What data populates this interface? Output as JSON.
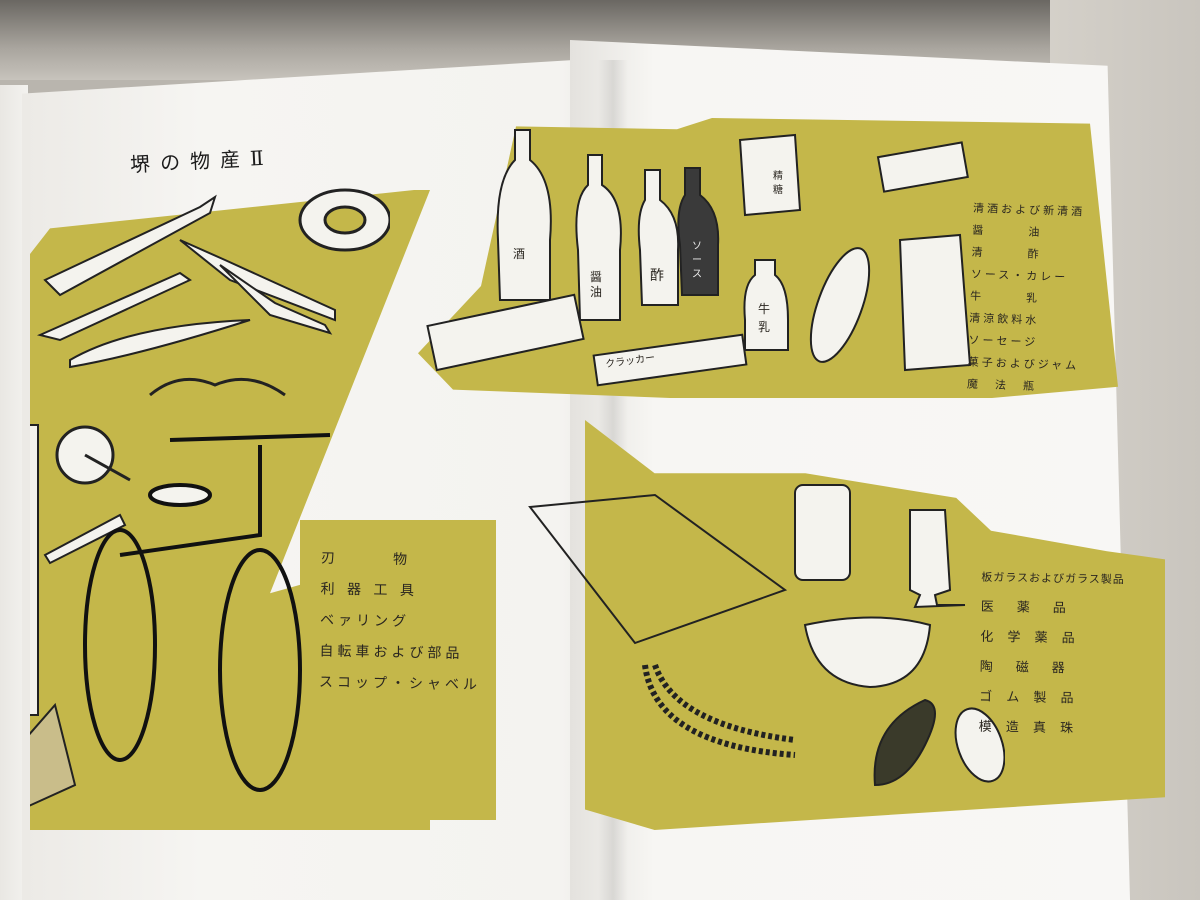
{
  "document": {
    "title": "堺の物産Ⅱ",
    "accent_color": "#c4b74a",
    "paper_color": "#f6f5f2"
  },
  "left_page": {
    "product_list": [
      "刃　　　物",
      "利 器 工 具",
      "ベァリング",
      "自転車および部品",
      "スコップ・シャベル"
    ],
    "illustrations": [
      "knife-icon",
      "pliers-icon",
      "bearing-icon",
      "can-opener-icon",
      "shuttle-icon",
      "handlebar-icon",
      "chainring-icon",
      "pump-icon",
      "bicycle-icon",
      "shovel-icon"
    ]
  },
  "right_page_top": {
    "product_list": [
      "清酒および新清酒",
      "醤　　　油",
      "清　　　酢",
      "ソース・カレー",
      "牛　　　乳",
      "清涼飲料水",
      "ソーセージ",
      "菓子およびジャム",
      "魔　法　瓶"
    ],
    "bottle_labels": {
      "sake": "酒",
      "soy_sauce": "醤油",
      "vinegar": "酢",
      "sauce": "ソース",
      "milk": "牛乳",
      "sugar": "精糖",
      "cracker": "クラッカー"
    }
  },
  "right_page_bottom": {
    "product_list": [
      "板ガラスおよびガラス製品",
      "医　薬　品",
      "化 学 薬 品",
      "陶　磁　器",
      "ゴ ム 製 品",
      "模 造 真 珠"
    ],
    "illustrations": [
      "glass-plate-icon",
      "medicine-jar-icon",
      "flask-icon",
      "mortar-pestle-icon",
      "pearl-necklace-icon",
      "rubber-shoes-icon"
    ]
  }
}
